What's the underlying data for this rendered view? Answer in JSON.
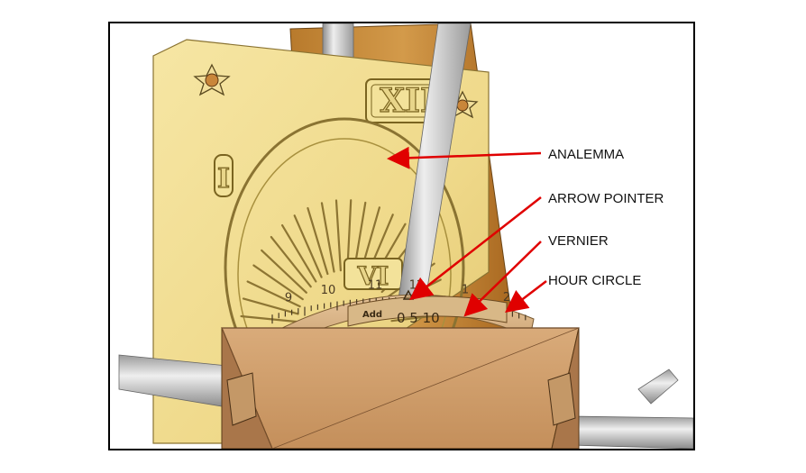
{
  "labels": {
    "analemma": "ANALEMMA",
    "arrow_pointer": "ARROW POINTER",
    "vernier": "VERNIER",
    "hour_circle": "HOUR CIRCLE"
  },
  "plate": {
    "roman_xii": "XII",
    "roman_i": "I",
    "roman_vi": "VI"
  },
  "dial": {
    "hour_numbers": [
      "9",
      "10",
      "11",
      "12",
      "1",
      "2"
    ],
    "add_label": "Add",
    "vernier_scale": "0 5 10"
  },
  "colors": {
    "plate": "#f1dd8e",
    "arrow": "#e00000",
    "wood": "#c89a6a",
    "rod": "#c9c9c9"
  }
}
